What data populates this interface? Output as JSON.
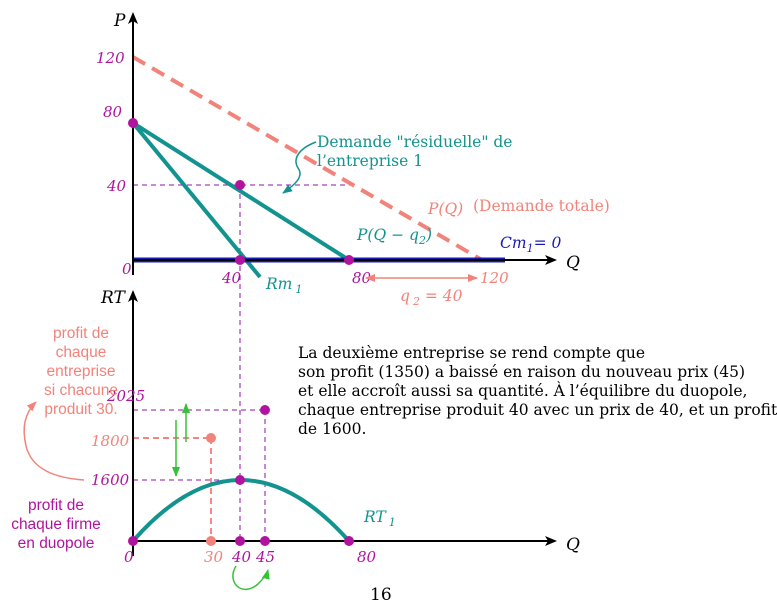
{
  "colors": {
    "axis": "#000000",
    "teal": "#13938f",
    "blue": "#1a1ab8",
    "salmon": "#f2837a",
    "magenta": "#b0149e",
    "purple": "#8a14a8",
    "green": "#36c236"
  },
  "top_chart": {
    "y_axis_label": "P",
    "x_axis_label": "Q",
    "y_ticks": [
      "120",
      "80",
      "40"
    ],
    "x_ticks": [
      "0",
      "40",
      "80",
      "120"
    ],
    "label_residual_line1": "Demande \"résiduelle\" de",
    "label_residual_line2": "l’entreprise 1",
    "label_PQ": "P(Q)",
    "label_total": "(Demande totale)",
    "label_PQq2": "P(Q − q",
    "label_PQq2_sub": "2",
    "label_PQq2_end": ")",
    "label_cm": "Cm",
    "label_cm_sub": "1",
    "label_cm_end": "= 0",
    "label_rm": "Rm",
    "label_rm_sub": "1",
    "label_q2": "q",
    "label_q2_sub": "2",
    "label_q2_end": " = 40"
  },
  "bottom_chart": {
    "y_axis_label": "RT",
    "x_axis_label": "Q",
    "y_ticks": [
      "2025",
      "1800",
      "1600"
    ],
    "x_ticks": [
      "0",
      "30",
      "40",
      "45",
      "80"
    ],
    "label_rt": "RT",
    "label_rt_sub": "1"
  },
  "left_label_top": [
    "profit de",
    "chaque",
    "entreprise",
    "si chacune",
    "produit 30."
  ],
  "left_label_bottom": [
    "profit de",
    "chaque firme",
    "en duopole"
  ],
  "note_lines": [
    "La deuxième entreprise se rend compte que",
    "son profit (1350) a baissé en raison du nouveau prix (45)",
    "et elle accroît aussi sa quantité. À l’équilibre du duopole,",
    "chaque entreprise produit 40 avec un prix de 40, et un profit",
    "de 1600."
  ],
  "page_number": "16"
}
